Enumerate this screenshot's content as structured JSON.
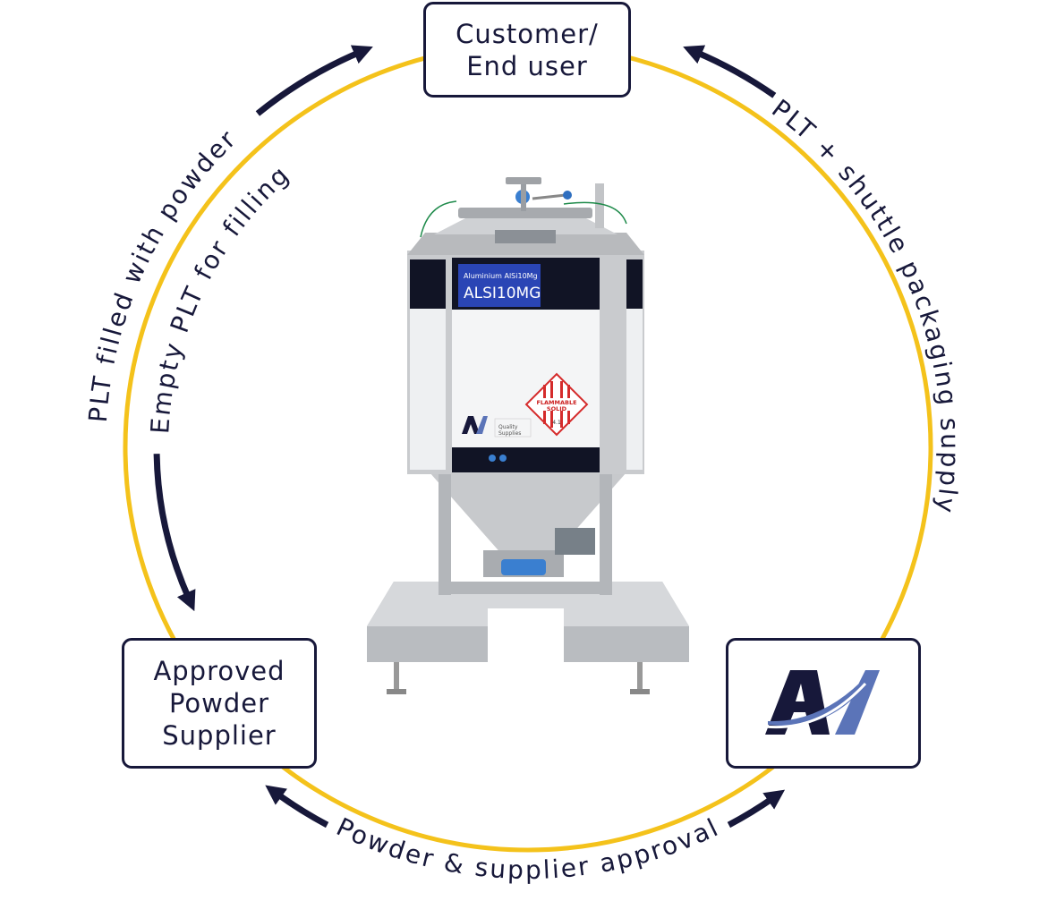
{
  "colors": {
    "ring": "#F4C21B",
    "navy": "#17183a",
    "brand_blue": "#5b74b8",
    "label_blue": "#2a45b5"
  },
  "nodes": {
    "customer": {
      "lines": [
        "Customer/",
        "End user"
      ]
    },
    "supplier": {
      "lines": [
        "Approved",
        "Powder",
        "Supplier"
      ]
    },
    "brand": {
      "icon": "am-logo-icon"
    }
  },
  "flows": {
    "left_outer": "PLT filled with powder",
    "left_inner": "Empty PLT for filling",
    "right": "PLT + shuttle packaging supply",
    "bottom": "Powder & supplier approval"
  },
  "product": {
    "label_small": "Aluminium AlSi10Mg",
    "label_large": "ALSI10MG",
    "hazard_top": "FLAMMABLE",
    "hazard_bottom": "SOLID",
    "hazard_class": "4.1",
    "quality": [
      "Quality",
      "Supplies"
    ]
  }
}
